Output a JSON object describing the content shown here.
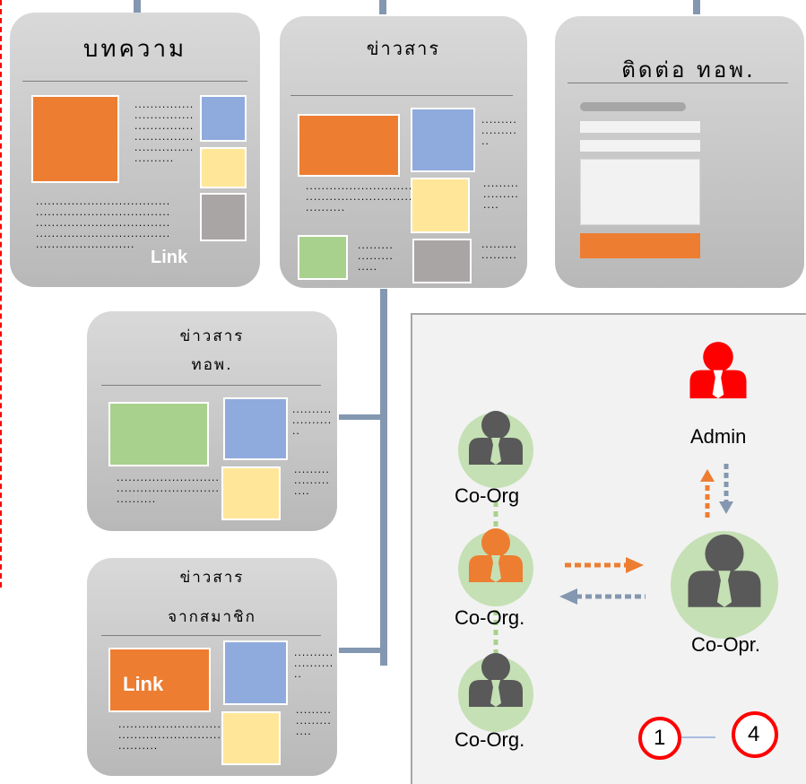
{
  "cards": {
    "articles": {
      "title": "บทความ",
      "link": "Link"
    },
    "news": {
      "title": "ข่าวสาร"
    },
    "contact": {
      "title": "ติดต่อ ทอพ."
    },
    "tod_news": {
      "title_line1": "ข่าวสาร",
      "title_line2": "ทอพ."
    },
    "member_news": {
      "title_line1": "ข่าวสาร",
      "title_line2": "จากสมาชิก",
      "link": "Link"
    }
  },
  "roles": {
    "admin": "Admin",
    "co_org_top": "Co-Org",
    "co_org_mid": "Co-Org.",
    "co_org_bottom": "Co-Org.",
    "co_opr": "Co-Opr."
  },
  "badges": {
    "start": "1",
    "end": "4"
  },
  "colors": {
    "orange": "#ed7d31",
    "blue": "#8faadc",
    "yellow": "#ffe699",
    "gray": "#aaa5a5",
    "green": "#a9d18e",
    "connector": "#8497b0",
    "admin_red": "#ff0000",
    "person_gray": "#595959",
    "node_green": "#c5e0b4"
  },
  "icons": [
    "person-icon"
  ]
}
